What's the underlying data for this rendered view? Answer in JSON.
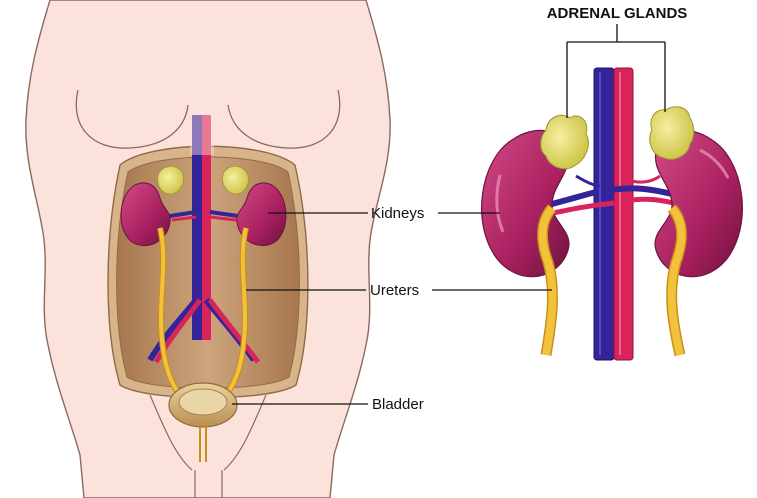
{
  "labels": {
    "adrenal": "ADRENAL GLANDS",
    "kidneys": "Kidneys",
    "ureters": "Ureters",
    "bladder": "Bladder"
  },
  "colors": {
    "skin": "#fbe3dc",
    "skin_outline": "#8a6a60",
    "cavity": "#c9a178",
    "cavity_dark": "#8f6a47",
    "kidney": "#b52a6a",
    "kidney_dark": "#7e1548",
    "adrenal": "#e6dd6a",
    "ureter": "#f2c23a",
    "artery": "#d8245a",
    "vein": "#34249a"
  }
}
